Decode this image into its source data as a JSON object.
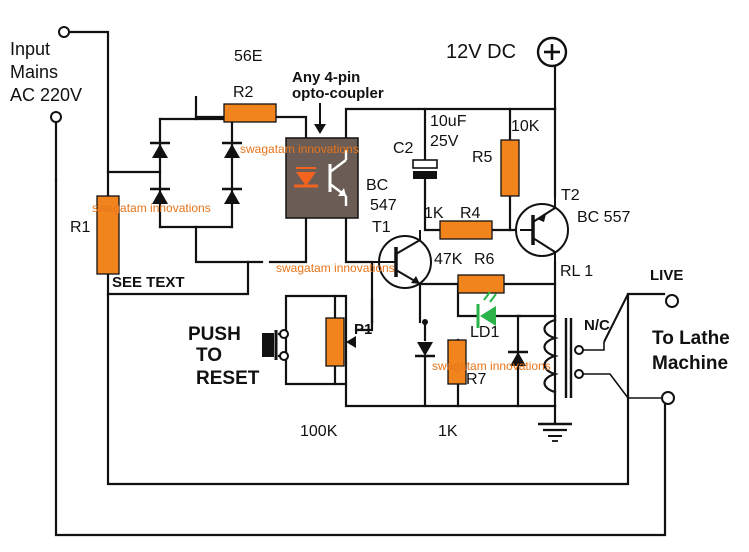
{
  "input": {
    "line1": "Input",
    "line2": "Mains",
    "line3": "AC 220V"
  },
  "supply": {
    "label": "12V DC"
  },
  "opto": {
    "line1": "Any 4-pin",
    "line2": "opto-coupler"
  },
  "components": {
    "r1": "R1",
    "r2": "R2",
    "r2_value": "56E",
    "c2": "C2",
    "c2_value1": "10uF",
    "c2_value2": "25V",
    "r5": "R5",
    "r5_value": "10K",
    "r4": "R4",
    "r4_value": "1K",
    "r6": "R6",
    "r6_value": "47K",
    "t1_type1": "BC",
    "t1_type2": "547",
    "t1": "T1",
    "t2": "T2",
    "t2_type": "BC 557",
    "rl1": "RL 1",
    "ld1": "LD1",
    "r7": "R7",
    "r7_value": "1K",
    "p1": "P1",
    "p1_value": "100K",
    "see_text": "SEE TEXT",
    "nc": "N/C"
  },
  "reset": {
    "line1": "PUSH",
    "line2": "TO",
    "line3": "RESET"
  },
  "output": {
    "live": "LIVE",
    "line1": "To Lathe",
    "line2": "Machine"
  },
  "watermark": "swagatam innovations",
  "colors": {
    "component_fill": "#f2841e",
    "watermark": "#e8741a",
    "led": "#2bb34a",
    "opto_body": "#6b5d55"
  }
}
